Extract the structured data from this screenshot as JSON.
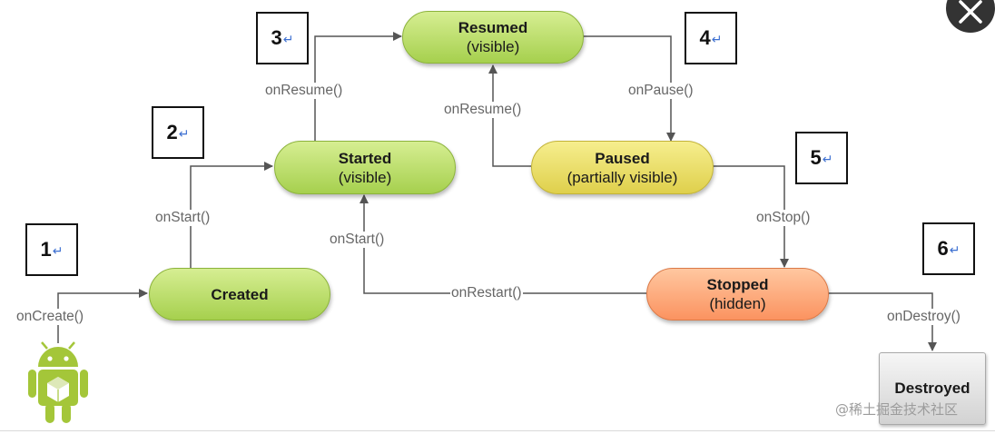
{
  "states": {
    "resumed": {
      "title": "Resumed",
      "sub": "(visible)"
    },
    "started": {
      "title": "Started",
      "sub": "(visible)"
    },
    "paused": {
      "title": "Paused",
      "sub": "(partially visible)"
    },
    "created": {
      "title": "Created"
    },
    "stopped": {
      "title": "Stopped",
      "sub": "(hidden)"
    },
    "destroyed": {
      "title": "Destroyed"
    }
  },
  "transitions": {
    "on_create": "onCreate()",
    "on_start_1": "onStart()",
    "on_resume_1": "onResume()",
    "on_pause": "onPause()",
    "on_resume_2": "onResume()",
    "on_stop": "onStop()",
    "on_start_2": "onStart()",
    "on_restart": "onRestart()",
    "on_destroy": "onDestroy()"
  },
  "markers": [
    "1",
    "2",
    "3",
    "4",
    "5",
    "6"
  ],
  "return_symbol": "↵",
  "watermark": "@稀土掘金技术社区",
  "colors": {
    "green_state": "#b8dc66",
    "yellow_state": "#ebdf66",
    "orange_state": "#fca878",
    "grey_state": "#e2e2e2",
    "arrow": "#555555",
    "android_green": "#a4c639",
    "return_symbol": "#3c6fd1"
  },
  "icons": [
    "android-robot-icon",
    "close-icon"
  ]
}
